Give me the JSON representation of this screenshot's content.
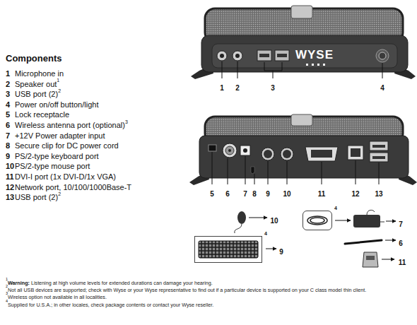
{
  "diagram": {
    "title": "Components",
    "nodes": [
      {
        "text": [
          "4"
        ]
      },
      {
        "text": [
          "4"
        ]
      }
    ],
    "labels": [
      "1",
      "Microphone in",
      "2",
      "Speaker out",
      "1",
      "3",
      "USB port (2)",
      "2",
      "4",
      "Power on/off button/light",
      "5",
      "Lock receptacle",
      "6",
      "Wireless antenna port (optional)",
      "3",
      "7",
      "+12V Power adapter input",
      "8",
      "Secure clip for DC power cord",
      "9",
      "PS/2-type keyboard port",
      "10",
      "PS/2-type mouse port",
      "11",
      "DVI-I port (1x DVI-D/1x VGA)",
      "12",
      "Network port, 10/100/1000Base-T",
      "13",
      "USB port (2)",
      "2",
      "WYSE",
      "1",
      "2",
      "3",
      "4",
      "5",
      "6",
      "7",
      "8",
      "9",
      "10",
      "11",
      "12",
      "13",
      "10",
      "9",
      "7",
      "6",
      "11",
      "1",
      "Warning:",
      "Listening at high volume levels for extended durations can damage your hearing.",
      "2",
      "Not all USB devices are supported; check with Wyse or your Wyse representative to find out if a particular device is supported on your C class model thin client.",
      "3",
      "Wireless option not available in all localities.",
      "4",
      "Supplied for U.S.A.; in other locales, check package contents or contact your Wyse reseller."
    ]
  }
}
